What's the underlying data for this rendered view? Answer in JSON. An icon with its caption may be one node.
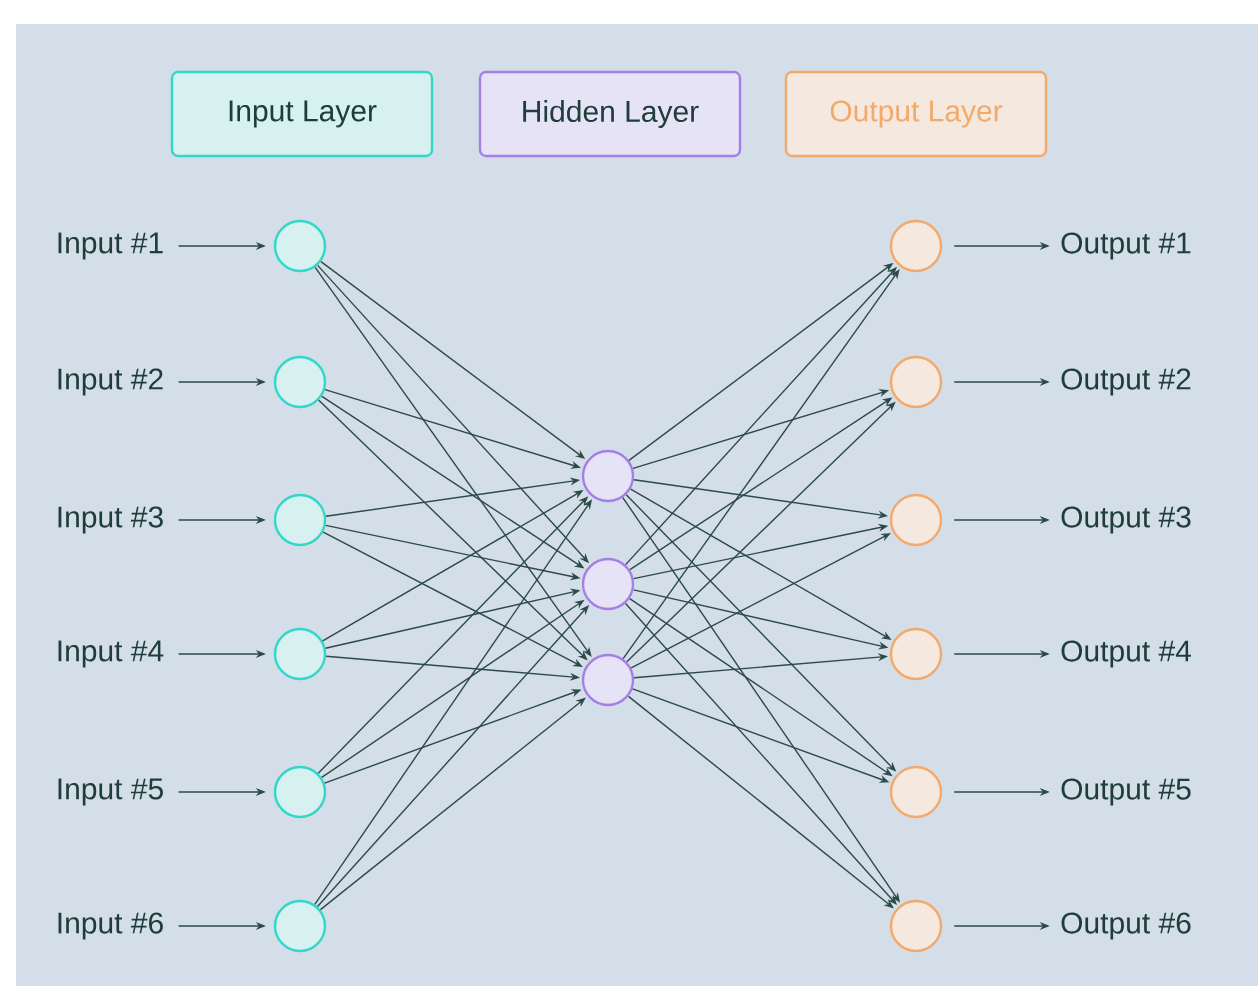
{
  "diagram": {
    "nodes": [
      {
        "text": [
          "Input #1"
        ]
      },
      {
        "text": [
          "Input #2"
        ]
      },
      {
        "text": [
          "Input #3"
        ]
      },
      {
        "text": [
          "Input #4"
        ]
      },
      {
        "text": [
          "Input #5"
        ]
      },
      {
        "text": [
          "Input #6"
        ]
      },
      {
        "text": [],
        "shape": "circle"
      },
      {
        "text": [],
        "shape": "circle"
      },
      {
        "text": [],
        "shape": "circle"
      },
      {
        "text": [],
        "shape": "circle"
      },
      {
        "text": [],
        "shape": "circle"
      },
      {
        "text": [],
        "shape": "circle"
      },
      {
        "text": [],
        "shape": "circle"
      },
      {
        "text": [],
        "shape": "circle"
      },
      {
        "text": [],
        "shape": "circle"
      },
      {
        "text": [],
        "shape": "circle"
      },
      {
        "text": [],
        "shape": "circle"
      },
      {
        "text": [],
        "shape": "circle"
      },
      {
        "text": [],
        "shape": "circle"
      },
      {
        "text": [],
        "shape": "circle"
      },
      {
        "text": [],
        "shape": "circle"
      },
      {
        "text": [
          "Output #1"
        ]
      },
      {
        "text": [
          "Output #2"
        ]
      },
      {
        "text": [
          "Output #3"
        ]
      },
      {
        "text": [
          "Output #4"
        ]
      },
      {
        "text": [
          "Output #5"
        ]
      },
      {
        "text": [
          "Output #6"
        ]
      }
    ],
    "edges": [
      {
        "from": 0,
        "to": 6,
        "arrow": "to"
      },
      {
        "from": 1,
        "to": 7,
        "arrow": "to"
      },
      {
        "from": 2,
        "to": 8,
        "arrow": "to"
      },
      {
        "from": 3,
        "to": 9,
        "arrow": "to"
      },
      {
        "from": 4,
        "to": 10,
        "arrow": "to"
      },
      {
        "from": 5,
        "to": 11,
        "arrow": "to"
      },
      {
        "from": 6,
        "to": 12,
        "arrow": "to"
      },
      {
        "from": 6,
        "to": 13,
        "arrow": "to"
      },
      {
        "from": 6,
        "to": 14,
        "arrow": "to"
      },
      {
        "from": 7,
        "to": 12,
        "arrow": "to"
      },
      {
        "from": 7,
        "to": 13,
        "arrow": "to"
      },
      {
        "from": 7,
        "to": 14,
        "arrow": "to"
      },
      {
        "from": 8,
        "to": 12,
        "arrow": "to"
      },
      {
        "from": 8,
        "to": 13,
        "arrow": "to"
      },
      {
        "from": 8,
        "to": 14,
        "arrow": "to"
      },
      {
        "from": 9,
        "to": 12,
        "arrow": "to"
      },
      {
        "from": 9,
        "to": 13,
        "arrow": "to"
      },
      {
        "from": 9,
        "to": 14,
        "arrow": "to"
      },
      {
        "from": 10,
        "to": 12,
        "arrow": "to"
      },
      {
        "from": 10,
        "to": 13,
        "arrow": "to"
      },
      {
        "from": 10,
        "to": 14,
        "arrow": "to"
      },
      {
        "from": 11,
        "to": 12,
        "arrow": "to"
      },
      {
        "from": 11,
        "to": 13,
        "arrow": "to"
      },
      {
        "from": 11,
        "to": 14,
        "arrow": "to"
      },
      {
        "from": 12,
        "to": 15,
        "arrow": "to"
      },
      {
        "from": 12,
        "to": 16,
        "arrow": "to"
      },
      {
        "from": 12,
        "to": 17,
        "arrow": "to"
      },
      {
        "from": 12,
        "to": 18,
        "arrow": "to"
      },
      {
        "from": 12,
        "to": 19,
        "arrow": "to"
      },
      {
        "from": 12,
        "to": 20,
        "arrow": "to"
      },
      {
        "from": 13,
        "to": 15,
        "arrow": "to"
      },
      {
        "from": 13,
        "to": 16,
        "arrow": "to"
      },
      {
        "from": 13,
        "to": 17,
        "arrow": "to"
      },
      {
        "from": 13,
        "to": 18,
        "arrow": "to"
      },
      {
        "from": 13,
        "to": 19,
        "arrow": "to"
      },
      {
        "from": 13,
        "to": 20,
        "arrow": "to"
      },
      {
        "from": 14,
        "to": 15,
        "arrow": "to"
      },
      {
        "from": 14,
        "to": 16,
        "arrow": "to"
      },
      {
        "from": 14,
        "to": 17,
        "arrow": "to"
      },
      {
        "from": 14,
        "to": 18,
        "arrow": "to"
      },
      {
        "from": 14,
        "to": 19,
        "arrow": "to"
      },
      {
        "from": 14,
        "to": 20,
        "arrow": "to"
      },
      {
        "from": 15,
        "to": 21,
        "arrow": "to"
      },
      {
        "from": 16,
        "to": 22,
        "arrow": "to"
      },
      {
        "from": 17,
        "to": 23,
        "arrow": "to"
      },
      {
        "from": 18,
        "to": 24,
        "arrow": "to"
      },
      {
        "from": 19,
        "to": 25,
        "arrow": "to"
      },
      {
        "from": 20,
        "to": 26,
        "arrow": "to"
      }
    ],
    "legend": [
      {
        "text": "Input Layer",
        "color": "#d6f1f0"
      },
      {
        "text": "Hidden Layer",
        "color": "#e6e3f6"
      },
      {
        "text": "Output Layer",
        "color": "#f5e8df"
      }
    ]
  }
}
